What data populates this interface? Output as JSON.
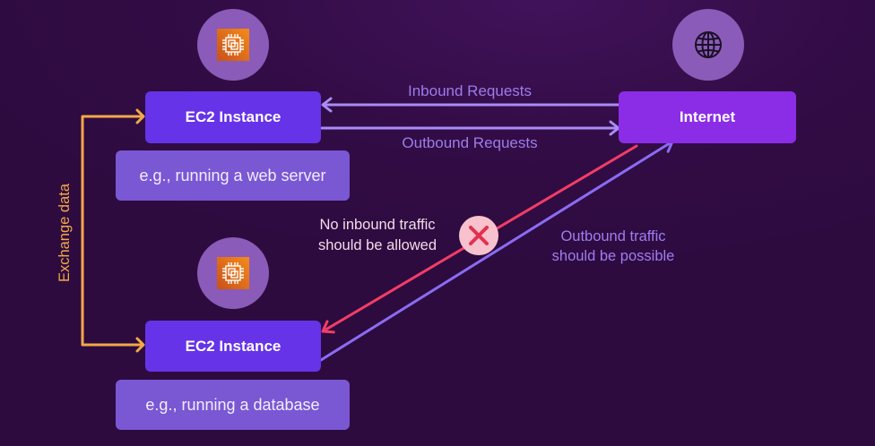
{
  "diagram": {
    "nodes": {
      "web_server": {
        "label": "EC2 Instance",
        "description": "e.g., running a web server",
        "icon": "ec2-icon"
      },
      "database": {
        "label": "EC2 Instance",
        "description": "e.g., running a database",
        "icon": "ec2-icon"
      },
      "internet": {
        "label": "Internet",
        "icon": "globe-icon"
      }
    },
    "connections": {
      "inbound_requests": {
        "label": "Inbound Requests"
      },
      "outbound_requests": {
        "label": "Outbound Requests"
      },
      "exchange_data": {
        "label": "Exchange data"
      },
      "blocked_inbound": {
        "lines": [
          "No inbound traffic",
          "should be allowed"
        ],
        "icon": "blocked-x-icon"
      },
      "allowed_outbound": {
        "lines": [
          "Outbound traffic",
          "should be possible"
        ]
      }
    }
  },
  "colors": {
    "background": "#2d0b3f",
    "circle": "#8a5bb8",
    "ec2_box": "#6633e8",
    "internet_box": "#8b2ce6",
    "desc_box": "#7a57d3",
    "request_arrow": "#a98cf7",
    "request_text": "#9b7de9",
    "exchange": "#f3a847",
    "blocked": "#f23d66",
    "blocked_text": "#f2dbe8",
    "blocked_badge": "#f7c2cd",
    "allowed": "#8a6cf3",
    "allowed_text": "#a07cf0",
    "aws_orange": "#f58b1a"
  }
}
